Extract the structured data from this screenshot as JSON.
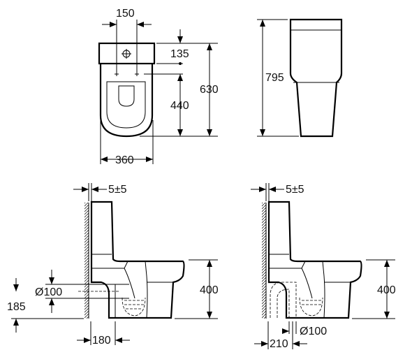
{
  "colors": {
    "line": "#000000",
    "background": "#ffffff"
  },
  "top_view": {
    "width_holes": "150",
    "tank_depth": "135",
    "total_depth": "630",
    "hole_to_front": "440",
    "width": "360"
  },
  "front_view": {
    "height": "795"
  },
  "side_view_left": {
    "wall_gap": "5±5",
    "outlet_diameter": "Ø100",
    "pan_height": "400",
    "outlet_height": "185",
    "outlet_offset": "180"
  },
  "side_view_right": {
    "wall_gap": "5±5",
    "outlet_diameter": "Ø100",
    "pan_height": "400",
    "outlet_offset": "210"
  }
}
